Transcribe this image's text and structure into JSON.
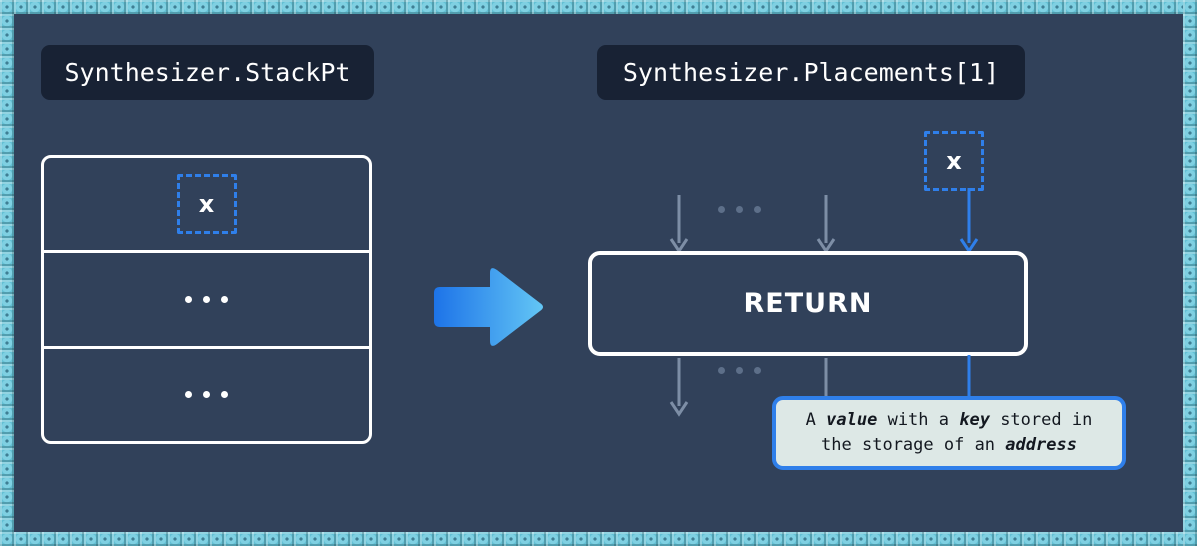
{
  "diagram": {
    "background_color": "#31415a",
    "frame_color": "#63c0d4",
    "accent_blue": "#2f7fea",
    "muted_blue": "#5d6f89",
    "left_panel": {
      "title": "Synthesizer.StackPt",
      "stack_rows": [
        {
          "type": "slot",
          "label": "x"
        },
        {
          "type": "ellipsis",
          "label": "• • •"
        },
        {
          "type": "ellipsis",
          "label": "• • •"
        }
      ]
    },
    "transition": {
      "icon": "right-arrow-icon",
      "gradient_from": "#1d73e8",
      "gradient_to": "#63c6f5"
    },
    "right_panel": {
      "title": "Synthesizer.Placements[1]",
      "incoming_slot": {
        "label": "x"
      },
      "opcode": "RETURN",
      "inputs": [
        {
          "kind": "muted-arrow"
        },
        {
          "kind": "ellipsis"
        },
        {
          "kind": "muted-arrow"
        },
        {
          "kind": "accent-arrow"
        }
      ],
      "outputs": [
        {
          "kind": "muted-arrow"
        },
        {
          "kind": "ellipsis"
        },
        {
          "kind": "muted-arrow"
        },
        {
          "kind": "accent-arrow"
        }
      ],
      "tooltip": {
        "prefix": "A ",
        "em1": "value",
        "mid1": " with a ",
        "em2": "key",
        "mid2": " stored in the storage of an ",
        "em3": "address"
      }
    }
  }
}
